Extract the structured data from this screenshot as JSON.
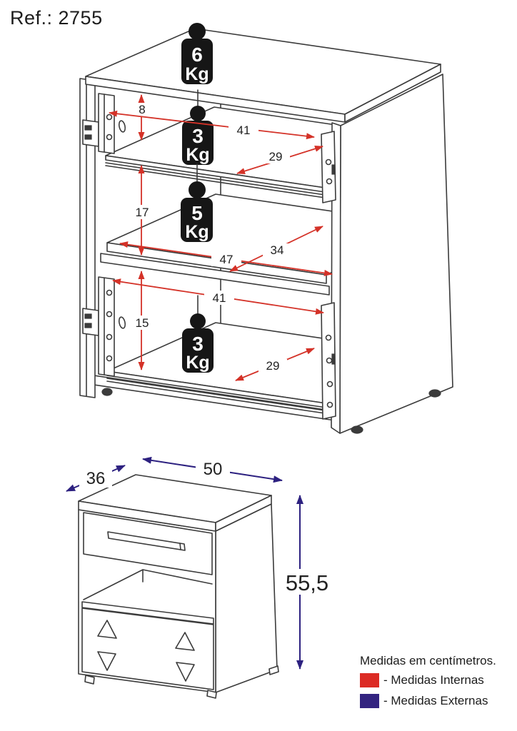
{
  "ref_label": "Ref.: 2755",
  "units_note": "Medidas em centímetros.",
  "colors": {
    "internal_red": "#dc2b24",
    "external_blue": "#332480",
    "line_gray": "#3b3b3b",
    "weight_black": "#161616"
  },
  "weights": {
    "top": {
      "value": "6",
      "unit": "Kg"
    },
    "upper_shelf": {
      "value": "3",
      "unit": "Kg"
    },
    "middle_shelf": {
      "value": "5",
      "unit": "Kg"
    },
    "bottom_drawer": {
      "value": "3",
      "unit": "Kg"
    }
  },
  "internal_dimensions": {
    "d8": "8",
    "d41_top": "41",
    "d29_top": "29",
    "d17": "17",
    "d47": "47",
    "d34": "34",
    "d41_bottom": "41",
    "d15": "15",
    "d29_bottom": "29"
  },
  "external_dimensions": {
    "width": "50",
    "depth": "36",
    "height": "55,5"
  },
  "legend": {
    "title": "Medidas em centímetros.",
    "internal_label": "- Medidas Internas",
    "external_label": "- Medidas Externas"
  }
}
